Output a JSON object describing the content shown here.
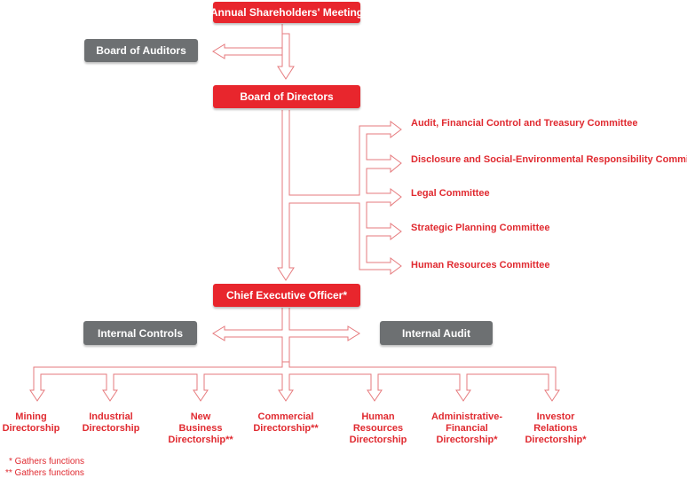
{
  "boxes": {
    "agm": "Annual Shareholders' Meeting",
    "auditors": "Board of Auditors",
    "directors": "Board of Directors",
    "ceo": "Chief Executive Officer*",
    "internal_controls": "Internal Controls",
    "internal_audit": "Internal Audit"
  },
  "committees": [
    "Audit, Financial Control and Treasury Committee",
    "Disclosure and Social-Environmental Responsibility Committee",
    "Legal Committee",
    "Strategic Planning Committee",
    "Human Resources Committee"
  ],
  "directorships": [
    "Mining\nDirectorship",
    "Industrial\nDirectorship",
    "New\nBusiness\nDirectorship**",
    "Commercial\nDirectorship**",
    "Human\nResources\nDirectorship",
    "Administrative-\nFinancial\nDirectorship*",
    "Investor\nRelations\nDirectorship*"
  ],
  "notes": [
    "* Gathers functions",
    "** Gathers functions"
  ],
  "colors": {
    "red": "#e8262d",
    "grey": "#6d7072",
    "line": "#e67a7d"
  }
}
